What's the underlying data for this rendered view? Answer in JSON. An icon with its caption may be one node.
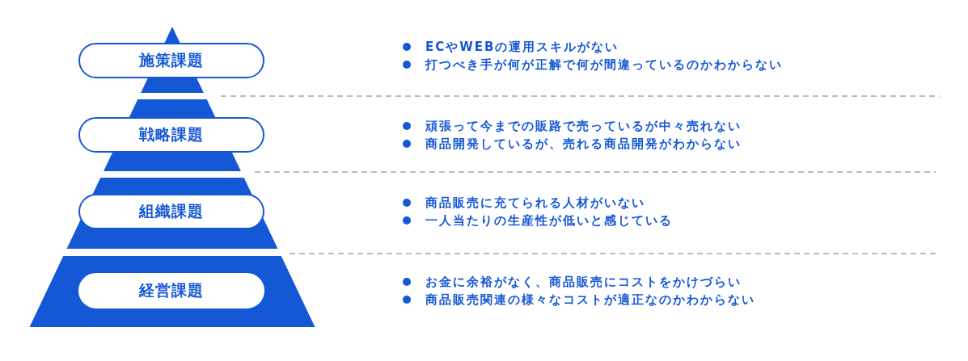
{
  "diagram": {
    "nodes": [
      {
        "text": [
          "施策課題"
        ],
        "beside": [
          "ECやWEBの運用スキルがない",
          "打つべき手が何が正解で何が間違っているのかわからない"
        ]
      },
      {
        "text": [
          "戦略課題"
        ],
        "beside": [
          "頑張って今までの販路で売っているが中々売れない",
          "商品開発しているが、売れる商品開発がわからない"
        ]
      },
      {
        "text": [
          "組織課題"
        ],
        "beside": [
          "商品販売に充てられる人材がいない",
          "一人当たりの生産性が低いと感じている"
        ]
      },
      {
        "text": [
          "経営課題"
        ],
        "beside": [
          "お金に余裕がなく、商品販売にコストをかけづらい",
          "商品販売関連の様々なコストが適正なのかわからない"
        ]
      }
    ],
    "edges": []
  }
}
